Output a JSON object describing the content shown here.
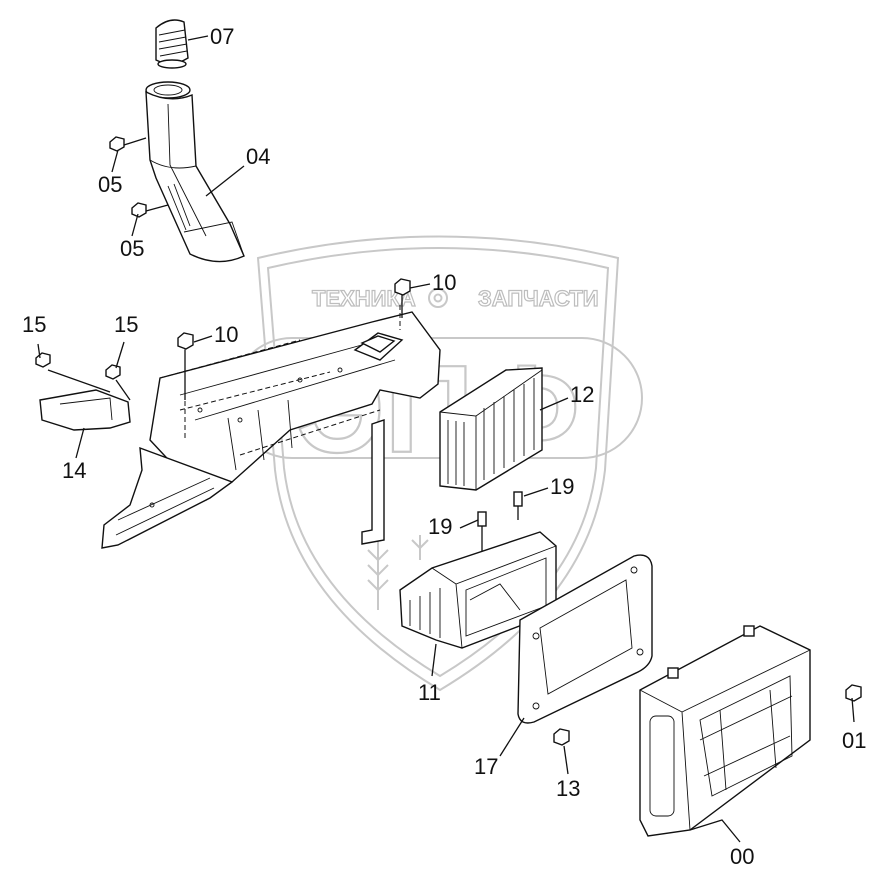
{
  "watermark": {
    "left_word": "ТЕХНИКА",
    "right_word": "ЗАПЧАСТИ",
    "monogram": "ЭПФ"
  },
  "callouts": [
    {
      "id": "part-07",
      "label": "07"
    },
    {
      "id": "part-04",
      "label": "04"
    },
    {
      "id": "part-05-upper",
      "label": "05"
    },
    {
      "id": "part-05-lower",
      "label": "05"
    },
    {
      "id": "part-10-upper",
      "label": "10"
    },
    {
      "id": "part-10-lower",
      "label": "10"
    },
    {
      "id": "part-15-left",
      "label": "15"
    },
    {
      "id": "part-15-right",
      "label": "15"
    },
    {
      "id": "part-14",
      "label": "14"
    },
    {
      "id": "part-12",
      "label": "12"
    },
    {
      "id": "part-19-right",
      "label": "19"
    },
    {
      "id": "part-19-left",
      "label": "19"
    },
    {
      "id": "part-11",
      "label": "11"
    },
    {
      "id": "part-17",
      "label": "17"
    },
    {
      "id": "part-13",
      "label": "13"
    },
    {
      "id": "part-01",
      "label": "01"
    },
    {
      "id": "part-00",
      "label": "00"
    }
  ]
}
